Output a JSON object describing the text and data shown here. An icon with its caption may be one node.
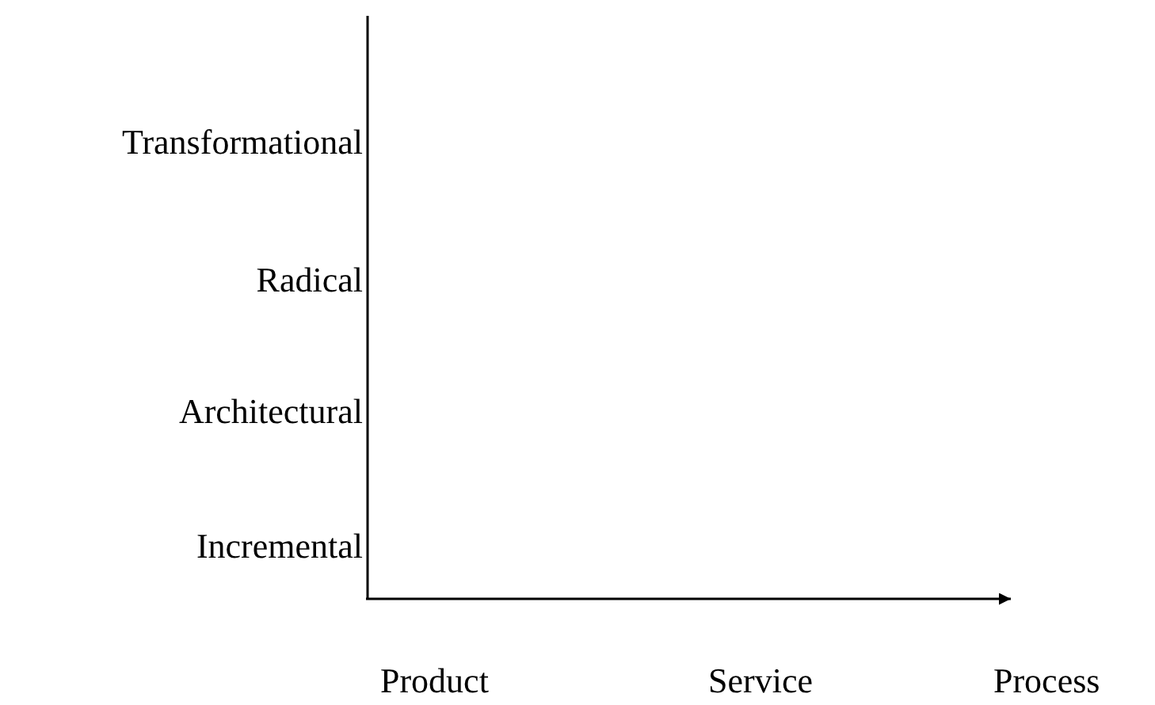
{
  "diagram": {
    "labels": [
      "Transformational",
      "Radical",
      "Architectural",
      "Incremental",
      "Product",
      "Service",
      "Process"
    ]
  }
}
